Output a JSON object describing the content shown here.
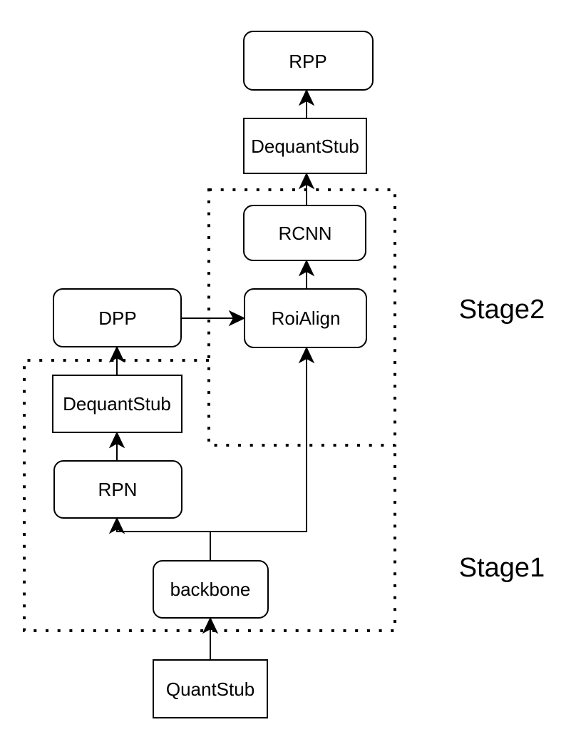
{
  "diagram": {
    "colors": {
      "bg": "#ffffff",
      "stroke": "#000000",
      "fill": "#ffffff",
      "text": "#000000"
    },
    "stages": [
      {
        "id": "stage1",
        "label": "Stage1",
        "member_nodes": [
          "DequantStub",
          "RPN",
          "backbone"
        ]
      },
      {
        "id": "stage2",
        "label": "Stage2",
        "member_nodes": [
          "RCNN",
          "RoiAlign"
        ]
      }
    ],
    "nodes": [
      {
        "id": "rpp",
        "label": "RPP",
        "shape": "rounded"
      },
      {
        "id": "dequantstub_out",
        "label": "DequantStub",
        "shape": "rect"
      },
      {
        "id": "rcnn",
        "label": "RCNN",
        "shape": "rounded"
      },
      {
        "id": "roialign",
        "label": "RoiAlign",
        "shape": "rounded"
      },
      {
        "id": "dpp",
        "label": "DPP",
        "shape": "rounded"
      },
      {
        "id": "dequantstub_rpn",
        "label": "DequantStub",
        "shape": "rect"
      },
      {
        "id": "rpn",
        "label": "RPN",
        "shape": "rounded"
      },
      {
        "id": "backbone",
        "label": "backbone",
        "shape": "rounded"
      },
      {
        "id": "quantstub",
        "label": "QuantStub",
        "shape": "rect"
      }
    ],
    "edges": [
      {
        "from": "quantstub",
        "to": "backbone"
      },
      {
        "from": "backbone",
        "to": "rpn"
      },
      {
        "from": "backbone",
        "to": "roialign"
      },
      {
        "from": "rpn",
        "to": "dequantstub_rpn"
      },
      {
        "from": "dequantstub_rpn",
        "to": "dpp"
      },
      {
        "from": "dpp",
        "to": "roialign"
      },
      {
        "from": "roialign",
        "to": "rcnn"
      },
      {
        "from": "rcnn",
        "to": "dequantstub_out"
      },
      {
        "from": "dequantstub_out",
        "to": "rpp"
      }
    ]
  }
}
